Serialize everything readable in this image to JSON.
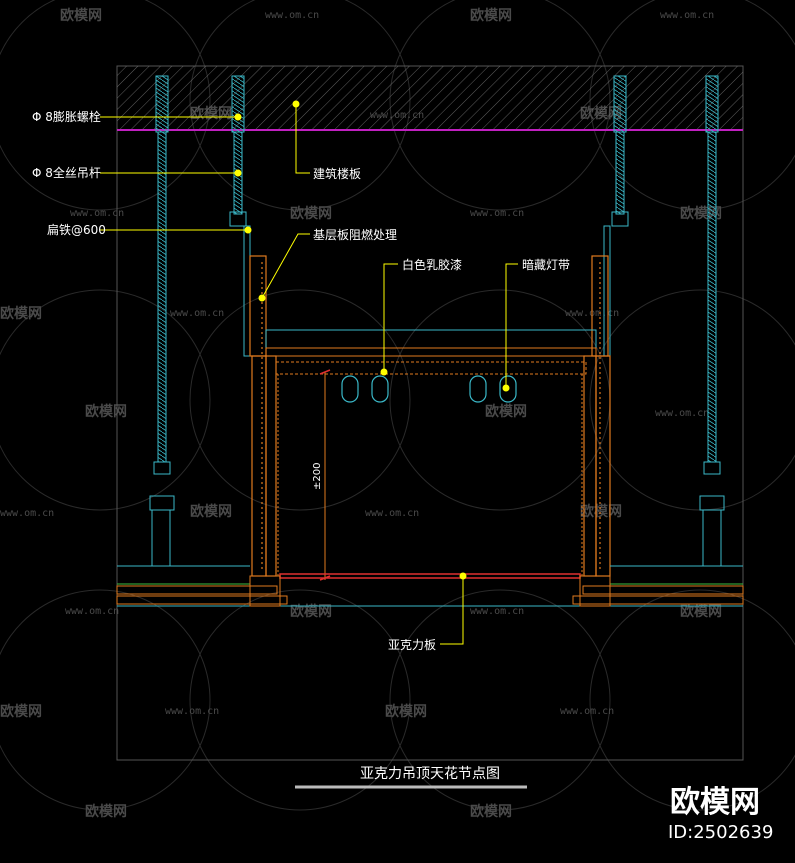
{
  "drawing": {
    "title": "亚克力吊顶天花节点图",
    "dimension": "±200",
    "labels": {
      "expansion_bolt": "Φ 8膨胀螺栓",
      "threaded_rod": "Φ 8全丝吊杆",
      "flat_iron": "扁铁@600",
      "floor_slab": "建筑楼板",
      "base_board": "基层板阻燃处理",
      "white_paint": "白色乳胶漆",
      "hidden_light": "暗藏灯带",
      "acrylic": "亚克力板"
    }
  },
  "watermark": {
    "brand": "欧模网",
    "url": "www.om.cn"
  },
  "logo": {
    "brand": "欧模网",
    "id": "ID:2502639"
  },
  "colors": {
    "cyan": "#3ab8c8",
    "orange": "#e07a1e",
    "magenta": "#c020c0",
    "yellow": "#ffff00",
    "red": "#e03030",
    "green": "#40c040"
  }
}
